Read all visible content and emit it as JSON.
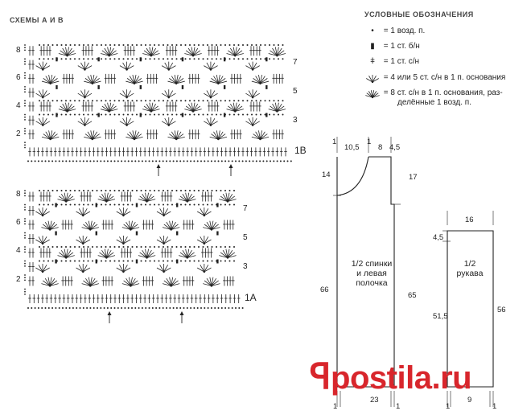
{
  "schemes_title": "СХЕМЫ А И В",
  "legend": {
    "title": "УСЛОВНЫЕ ОБОЗНАЧЕНИЯ",
    "items": [
      {
        "icon": "dot-symbol",
        "text": "= 1 возд. п."
      },
      {
        "icon": "bar-symbol",
        "text": "= 1 ст. б/н"
      },
      {
        "icon": "cross-symbol",
        "text": "= 1 ст. с/н"
      },
      {
        "icon": "small-fan-symbol",
        "text": "= 4 или 5 ст. с/н в 1 п. основания"
      },
      {
        "icon": "large-fan-symbol",
        "text": "= 8 ст. с/н в 1 п. основания, раз-",
        "text2": "делённые 1 возд. п."
      }
    ]
  },
  "scheme_b": {
    "label": "1B",
    "rows_left": [
      "8",
      "6",
      "4",
      "2"
    ],
    "rows_right": [
      "7",
      "5",
      "3"
    ]
  },
  "scheme_a": {
    "label": "1A",
    "rows_left": [
      "8",
      "6",
      "4",
      "2"
    ],
    "rows_right": [
      "7",
      "5",
      "3"
    ]
  },
  "body_piece": {
    "name_line1": "1/2 спинки",
    "name_line2": "и левая",
    "name_line3": "полочка",
    "dims": {
      "top_left_edge": "1",
      "top_neck": "10,5",
      "top_mid": "1",
      "top_shoulder": "8",
      "top_right": "4,5",
      "neck_depth": "14",
      "armhole": "17",
      "left_height": "66",
      "right_height": "65",
      "bottom_left": "1",
      "bottom_width": "23",
      "bottom_right": "1"
    }
  },
  "sleeve_piece": {
    "name_line1": "1/2",
    "name_line2": "рукава",
    "dims": {
      "top_width": "16",
      "cap": "4,5",
      "left_height": "51,5",
      "right_height": "56",
      "bottom_left": "1",
      "bottom_width": "9",
      "bottom_right": "1"
    }
  },
  "watermark": "postila.ru",
  "accent_color": "#d8262c"
}
